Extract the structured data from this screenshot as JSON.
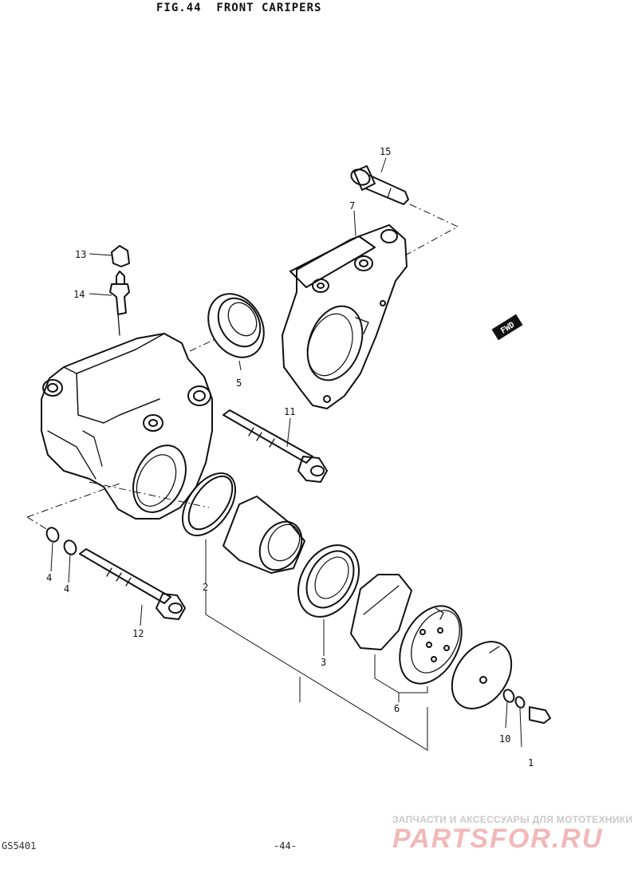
{
  "figure": {
    "title": "FIG.44  FRONT CARIPERS",
    "page_number": "-44-",
    "code": "GS5401",
    "fwd_marker": "FWD"
  },
  "callouts": {
    "c1": "1",
    "c2": "2",
    "c3": "3",
    "c4a": "4",
    "c4b": "4",
    "c5": "5",
    "c6": "6",
    "c7": "7",
    "c10": "10",
    "c11": "11",
    "c12": "12",
    "c13": "13",
    "c14": "14",
    "c15": "15"
  },
  "watermark": {
    "tagline": "ЗАПЧАСТИ И АКСЕССУАРЫ ДЛЯ МОТОТЕХНИКИ",
    "logo": "PARTSFOR.RU"
  },
  "colors": {
    "line": "#111111",
    "background": "#ffffff",
    "watermark_text": "#c9c9c9",
    "watermark_logo": "#f2b8b8"
  }
}
